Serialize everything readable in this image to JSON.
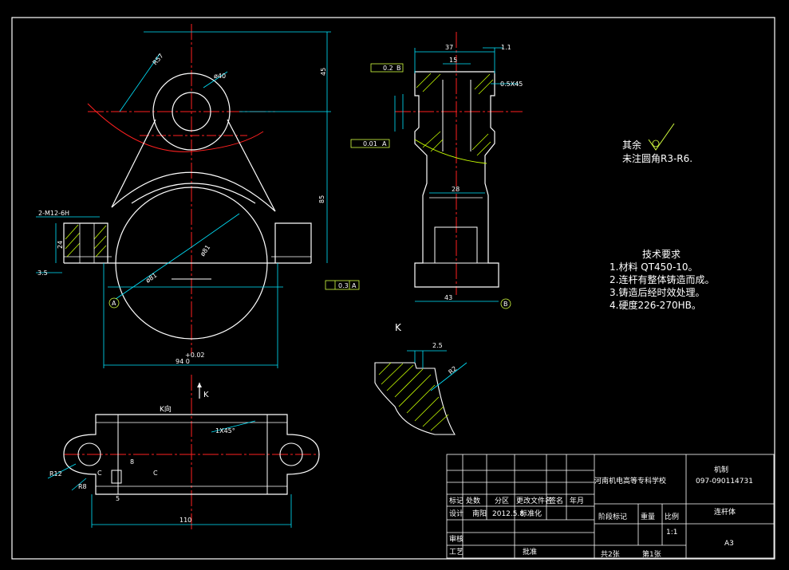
{
  "drawing": {
    "notes_rest": "其余",
    "notes_fillet": "未注圆角R3-R6.",
    "tech_title": "技术要求",
    "tech_items": [
      "1.材料 QT450-10。",
      "2.连杆有整体铸造而成。",
      "3.铸造后经时效处理。",
      "4.硬度226-270HB。"
    ],
    "view_k_label": "K",
    "view_k_arrow": "K",
    "view_k_dir": "K向"
  },
  "dims": {
    "r57": "R57",
    "d40": "ø40",
    "h45": "45",
    "h85": "85",
    "m12": "2-M12-6H",
    "h24": "24",
    "d3_5": "3.5",
    "d81": "ø81",
    "d81b": "ø81",
    "w94": "94 0",
    "w94tol": "+0.02",
    "sec_a": "A",
    "sec_b": "B",
    "tol_par1": "0.3",
    "tol_par1_ref": "A",
    "tol_perp": "0.2",
    "tol_perp_ref": "B",
    "tol_par2": "0.01",
    "tol_par2_ref": "A",
    "w37": "37",
    "w15": "15",
    "w1": "1.1",
    "ch05": "0.5X45",
    "w28": "28",
    "w43": "43",
    "r2": "R2",
    "k25": "2.5",
    "r12": "R12",
    "r8": "R8",
    "ch1": "1X45°",
    "w110": "110",
    "h8": "8",
    "h5": "5",
    "c1": "C",
    "c2": "C",
    "k_mark": "K"
  },
  "title_block": {
    "school": "河南机电高等专科学校",
    "drawing_code": "097-090114731",
    "drawn": "机制",
    "part_name": "连杆体",
    "row_labels": [
      "标记",
      "处数",
      "分区",
      "更改文件名",
      "签名",
      "年月"
    ],
    "design_label": "设计",
    "designer": "南阳",
    "date": "2012.5.8",
    "std_label": "标准化",
    "stage_label": "阶段标记",
    "weight_label": "重量",
    "scale_label": "比例",
    "scale_value": "1:1",
    "check_label": "审核",
    "process_label": "工艺",
    "approve_label": "批准",
    "total_sheets": "共2张",
    "sheet_no": "第1张",
    "size": "A3"
  },
  "colors": {
    "outline": "#ffffff",
    "centerline": "#ff2020",
    "dimension": "#00e5ff",
    "hatch": "#c8ff00",
    "symbol": "#d4ff40"
  }
}
